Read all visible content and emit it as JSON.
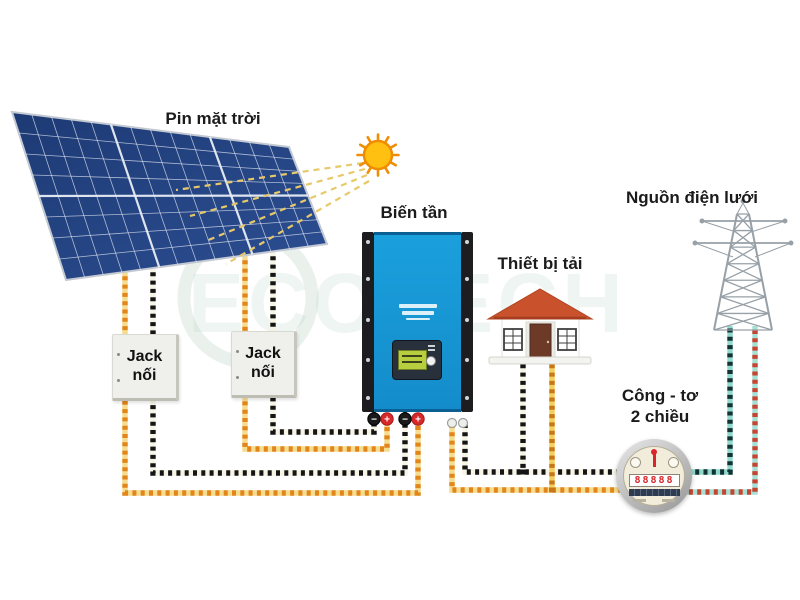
{
  "diagram": {
    "watermark": "ECOTECH",
    "solar_panel": {
      "label": "Pin mặt trời"
    },
    "inverter": {
      "label": "Biến tần",
      "terminals": [
        "−",
        "+",
        "−",
        "+"
      ]
    },
    "jack_left": {
      "label_line1": "Jack",
      "label_line2": "nối"
    },
    "jack_right": {
      "label_line1": "Jack",
      "label_line2": "nối"
    },
    "load": {
      "label": "Thiết bị tải"
    },
    "grid_source": {
      "label": "Nguồn điện lưới"
    },
    "meter": {
      "label_line1": "Công - tơ",
      "label_line2": "2 chiều",
      "register": "88888"
    },
    "colors": {
      "panel_blue": "#24407a",
      "inverter_blue": "#189bd7",
      "sun_yellow": "#ffc011",
      "roof_red": "#c9512c",
      "wire_dc_positive": "#e2851b",
      "wire_dc_negative": "#151515",
      "wire_grid_neutral": "#123236",
      "wire_grid_line": "#c64532",
      "wire_grid_base": "#8fd8ca"
    }
  }
}
